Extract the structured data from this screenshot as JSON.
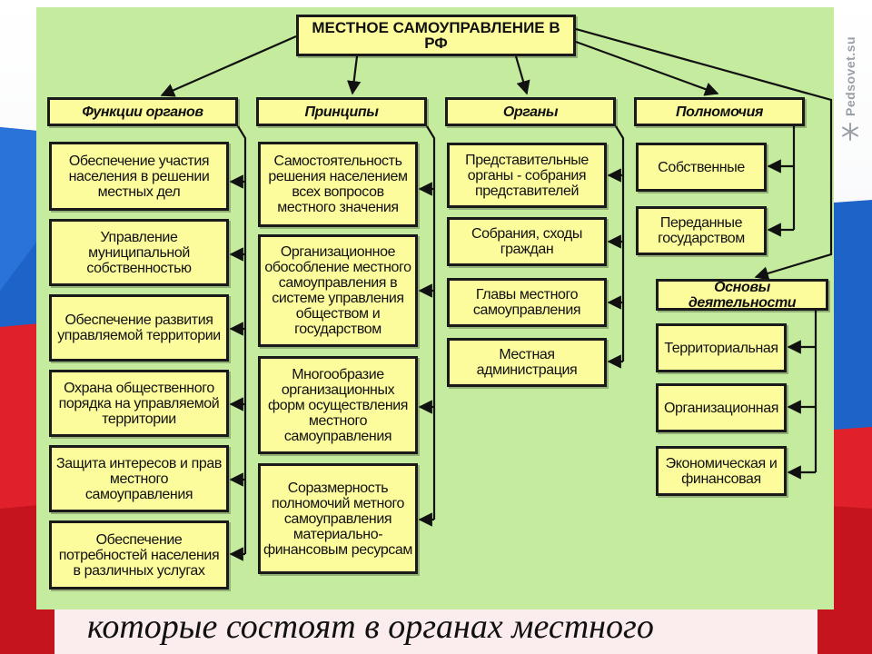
{
  "title": "МЕСТНОЕ САМОУПРАВЛЕНИЕ В РФ",
  "columns": {
    "functions": {
      "header": "Функции органов",
      "items": [
        "Обеспечение участия населения в решении местных дел",
        "Управление муниципальной собственностью",
        "Обеспечение развития управляемой территории",
        "Охрана общественного порядка на управляемой территории",
        "Защита интересов и прав местного самоуправления",
        "Обеспечение потребностей населения в различных услугах"
      ]
    },
    "principles": {
      "header": "Принципы",
      "items": [
        "Самостоятельность решения населением всех вопросов местного значения",
        "Организационное обособление местного самоуправления в системе управления обществом и государством",
        "Многообразие организационных форм осуществления местного самоуправления",
        "Соразмерность полномочий метного самоуправления материально-финансовым ресурсам"
      ]
    },
    "organs": {
      "header": "Органы",
      "items": [
        "Представительные органы - собрания представителей",
        "Собрания, сходы граждан",
        "Главы местного самоуправления",
        "Местная администрация"
      ]
    },
    "powers": {
      "header": "Полномочия",
      "items": [
        "Собственные",
        "Переданные государством"
      ]
    },
    "basis": {
      "header": "Основы деятельности",
      "items": [
        "Территориальная",
        "Организационная",
        "Экономическая и финансовая"
      ]
    }
  },
  "watermark": "Pedsovet.su",
  "bottom_text": "которые состоят в органах местного",
  "colors": {
    "panel": "#c5ec9e",
    "box": "#fdfc9c",
    "flag_red": "#e0212b",
    "flag_blue": "#1e63c8"
  }
}
